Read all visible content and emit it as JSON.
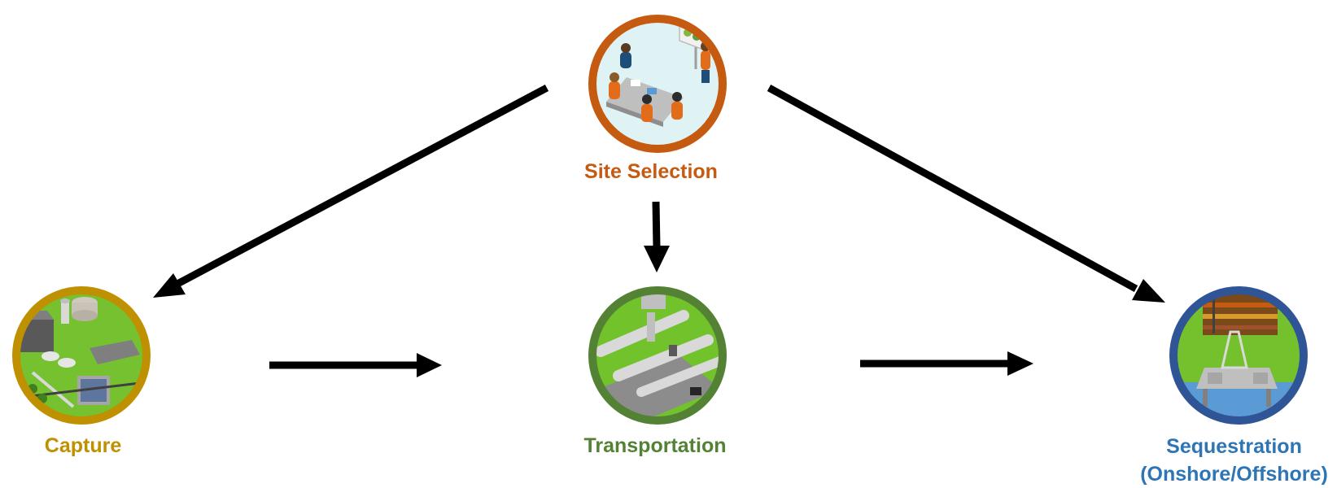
{
  "nodes": {
    "site_selection": {
      "label": "Site Selection",
      "color": "#c55a11",
      "icon": "meeting-room-icon"
    },
    "capture": {
      "label": "Capture",
      "color": "#bf9000",
      "icon": "industrial-plant-icon"
    },
    "transportation": {
      "label": "Transportation",
      "color": "#548235",
      "icon": "pipeline-icon"
    },
    "sequestration": {
      "label": "Sequestration",
      "sublabel": "(Onshore/Offshore)",
      "color": "#2e75b6",
      "icon": "offshore-rig-icon"
    }
  },
  "edges": [
    {
      "from": "Site Selection",
      "to": "Capture"
    },
    {
      "from": "Site Selection",
      "to": "Transportation"
    },
    {
      "from": "Site Selection",
      "to": "Sequestration"
    },
    {
      "from": "Capture",
      "to": "Transportation"
    },
    {
      "from": "Transportation",
      "to": "Sequestration"
    }
  ]
}
